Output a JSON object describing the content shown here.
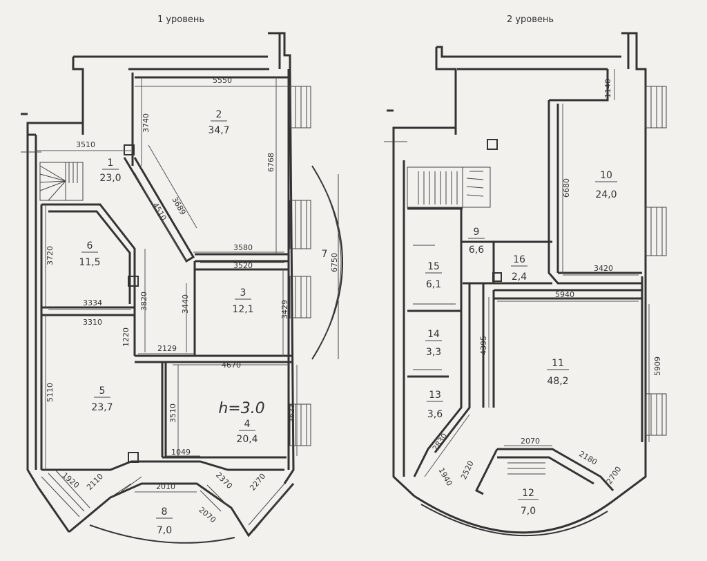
{
  "levels": [
    {
      "title": "1 уровень",
      "height_note": "h=3.0",
      "rooms": [
        {
          "number": "1",
          "area": "23,0"
        },
        {
          "number": "2",
          "area": "34,7"
        },
        {
          "number": "3",
          "area": "12,1"
        },
        {
          "number": "4",
          "area": "20,4"
        },
        {
          "number": "5",
          "area": "23,7"
        },
        {
          "number": "6",
          "area": "11,5"
        },
        {
          "number": "7",
          "area": ""
        },
        {
          "number": "8",
          "area": "7,0"
        }
      ],
      "dimensions": [
        "5550",
        "3740",
        "6768",
        "3510",
        "3689",
        "4510",
        "3580",
        "3520",
        "3720",
        "3334",
        "3310",
        "3820",
        "3440",
        "3429",
        "6750",
        "1220",
        "2129",
        "4670",
        "5110",
        "3510",
        "3623",
        "1049",
        "1920",
        "2110",
        "2010",
        "2070",
        "2370",
        "2270"
      ]
    },
    {
      "title": "2 уровень",
      "rooms": [
        {
          "number": "9",
          "area": "6,6"
        },
        {
          "number": "10",
          "area": "24,0"
        },
        {
          "number": "11",
          "area": "48,2"
        },
        {
          "number": "12",
          "area": "7,0"
        },
        {
          "number": "13",
          "area": "3,6"
        },
        {
          "number": "14",
          "area": "3,3"
        },
        {
          "number": "15",
          "area": "6,1"
        },
        {
          "number": "16",
          "area": "2,4"
        }
      ],
      "dimensions": [
        "1140",
        "6680",
        "3420",
        "5940",
        "4395",
        "5909",
        "2830",
        "1940",
        "2520",
        "2070",
        "2180",
        "2700"
      ]
    }
  ]
}
